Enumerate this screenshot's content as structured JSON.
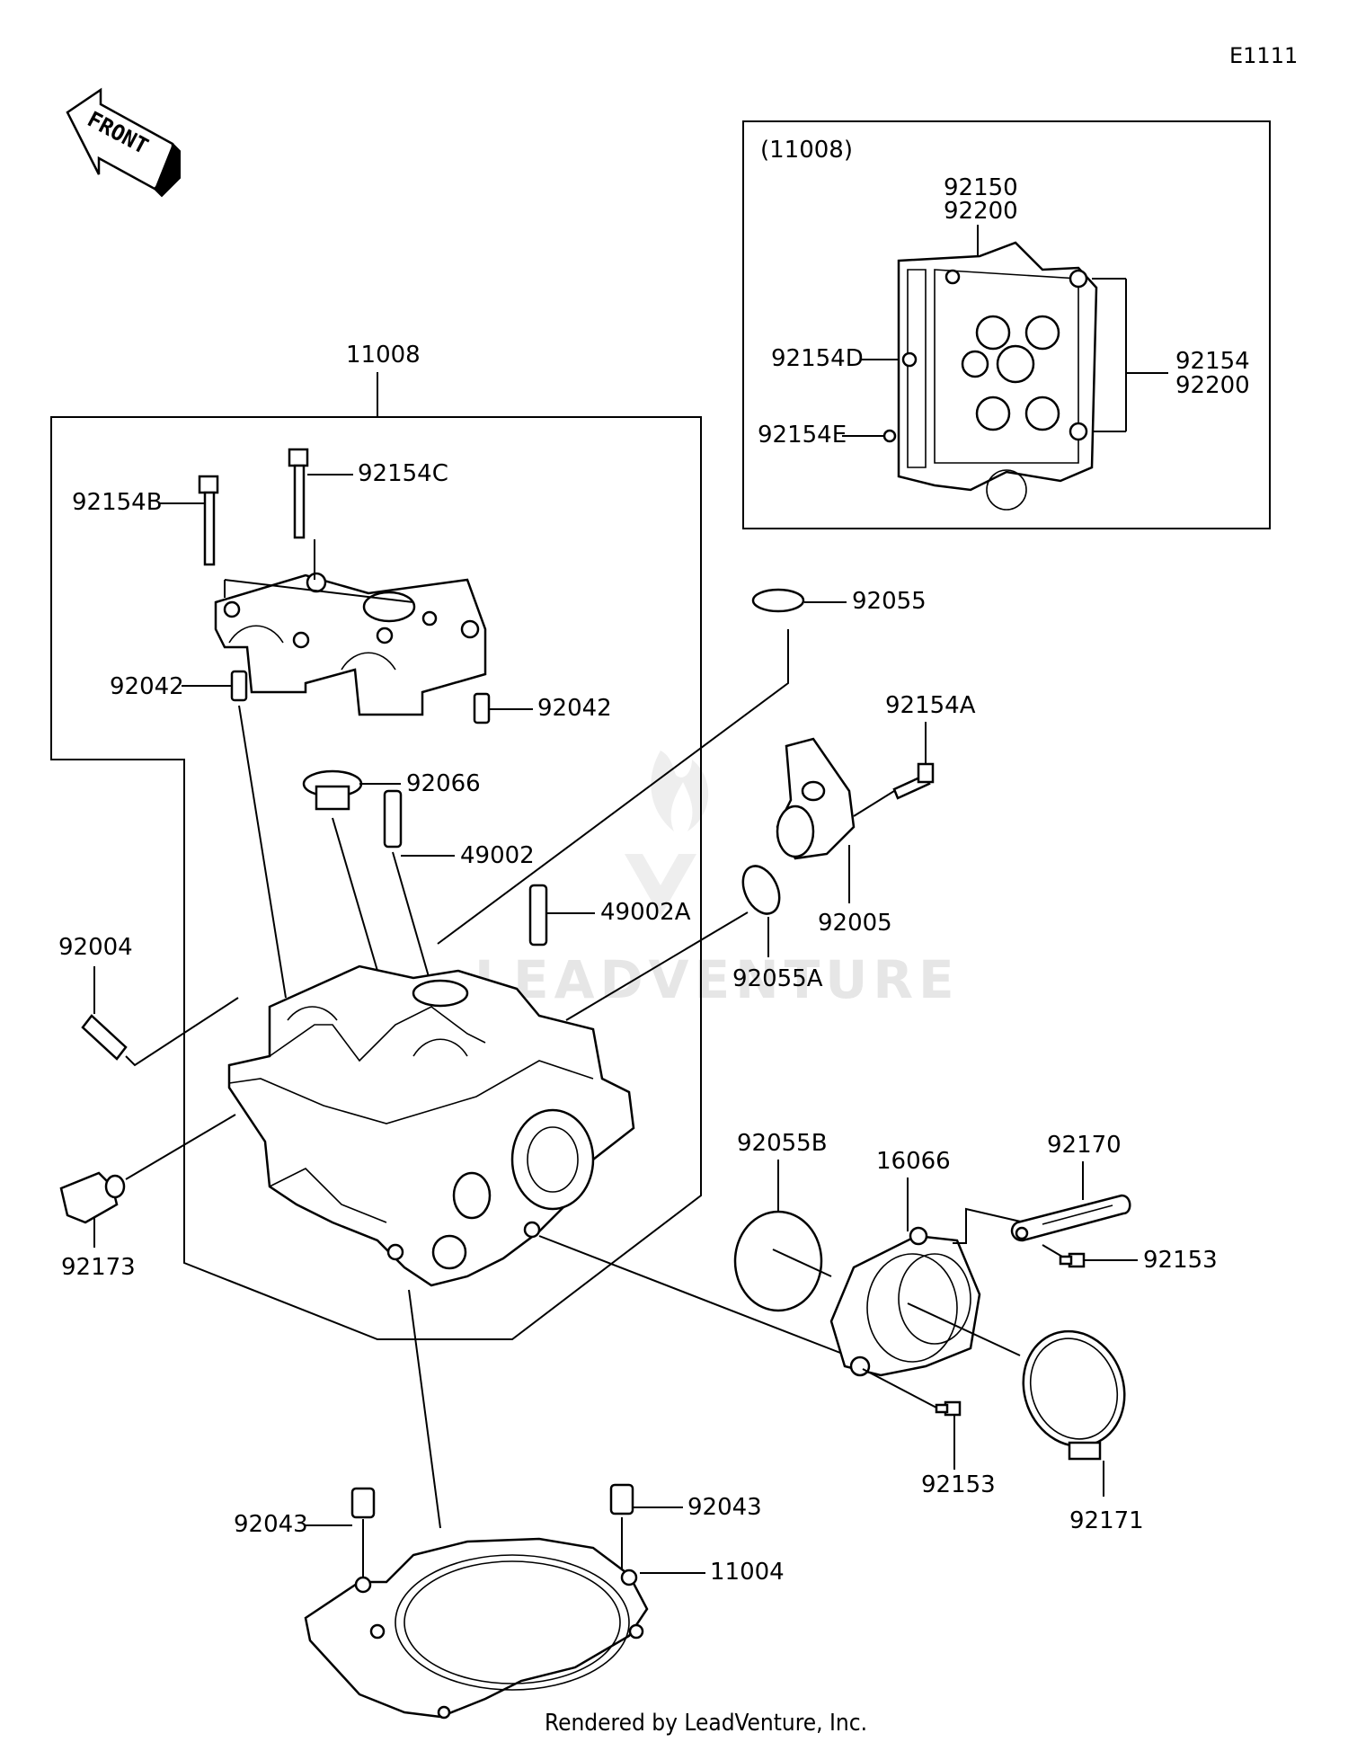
{
  "diagram_id": "E1111",
  "front_label": "FRONT",
  "inset": {
    "ref": "(11008)",
    "labels": {
      "l92150": "92150",
      "l92200a": "92200",
      "l92154D": "92154D",
      "l92154E": "92154E",
      "l92154": "92154",
      "l92200b": "92200"
    }
  },
  "parts": {
    "p11008": "11008",
    "p92154B": "92154B",
    "p92154C": "92154C",
    "p92042a": "92042",
    "p92042b": "92042",
    "p92055": "92055",
    "p92154A": "92154A",
    "p92066": "92066",
    "p49002": "49002",
    "p49002A": "49002A",
    "p92005": "92005",
    "p92055A": "92055A",
    "p92004": "92004",
    "p92173": "92173",
    "p92055B": "92055B",
    "p16066": "16066",
    "p92170": "92170",
    "p92153a": "92153",
    "p92153b": "92153",
    "p92171": "92171",
    "p92043a": "92043",
    "p92043b": "92043",
    "p11004": "11004"
  },
  "watermark": "LEADVENTURE",
  "footer": "Rendered by LeadVenture, Inc."
}
